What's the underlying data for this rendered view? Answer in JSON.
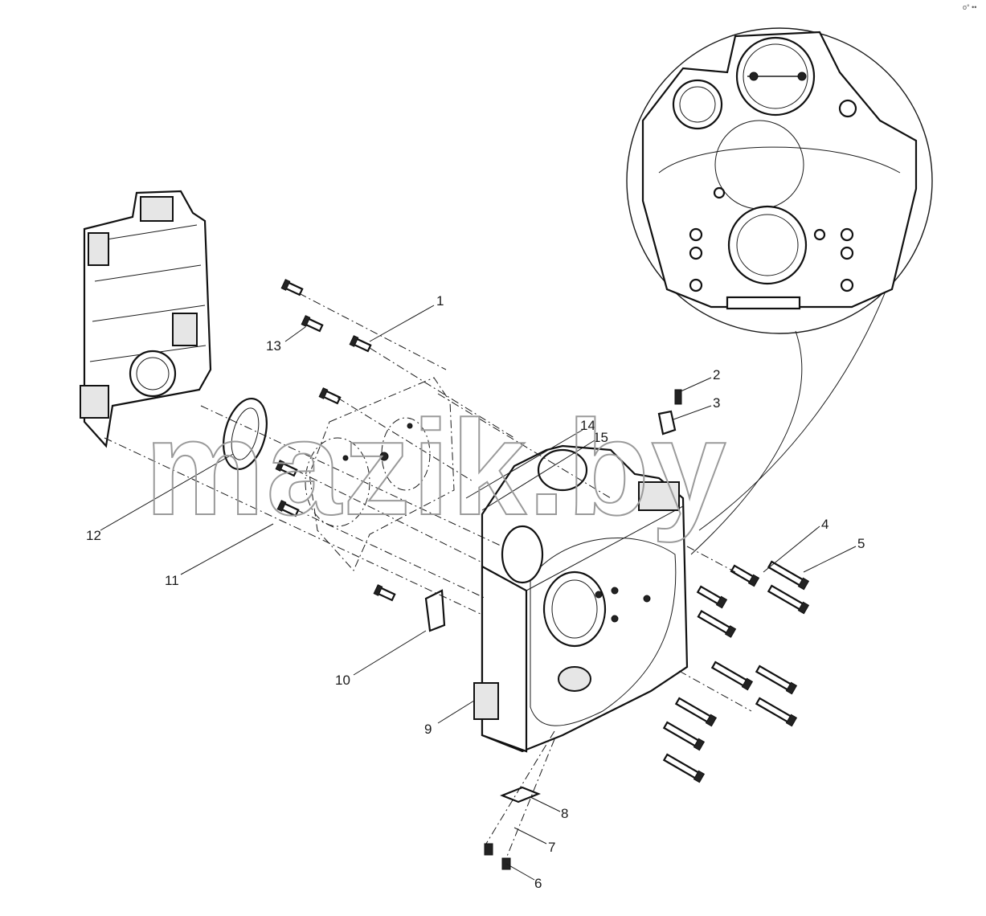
{
  "watermark": "mazik.by",
  "corner_mark": "o° ••",
  "callouts": [
    "1",
    "2",
    "3",
    "4",
    "5",
    "6",
    "7",
    "8",
    "9",
    "10",
    "11",
    "12",
    "13",
    "14",
    "15"
  ]
}
